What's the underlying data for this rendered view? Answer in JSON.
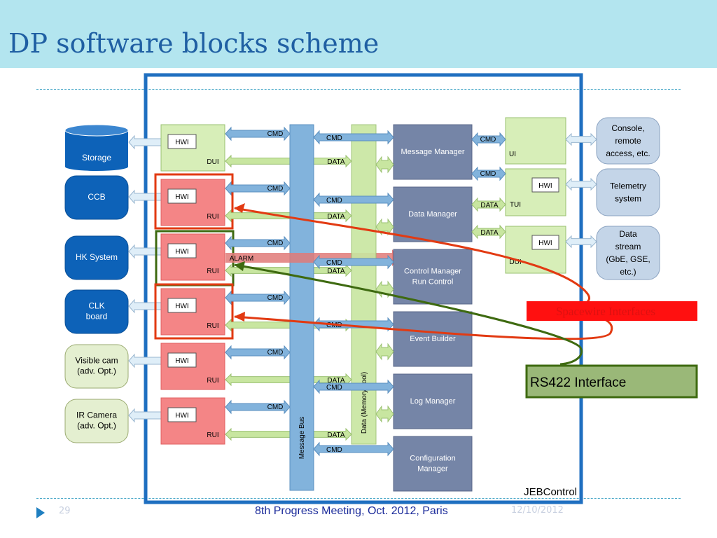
{
  "title": "DP software blocks scheme",
  "left_blocks": [
    {
      "label": "Storage"
    },
    {
      "label": "CCB"
    },
    {
      "label": "HK System"
    },
    {
      "label": "CLK\nboard"
    },
    {
      "label": "Visible cam\n(adv. Opt.)"
    },
    {
      "label": "IR Camera\n(adv. Opt.)"
    }
  ],
  "interface_units": [
    {
      "name": "DUI",
      "hwi": "HWI"
    },
    {
      "name": "RUI",
      "hwi": "HWI"
    },
    {
      "name": "RUI",
      "hwi": "HWI"
    },
    {
      "name": "RUI",
      "hwi": "HWI"
    },
    {
      "name": "RUI",
      "hwi": "HWI"
    },
    {
      "name": "RUI",
      "hwi": "HWI"
    }
  ],
  "bus_labels": {
    "cmd": "CMD",
    "data": "DATA",
    "alarm": "ALARM"
  },
  "message_bus": "Message Bus",
  "data_pool": "Data (Memory pool)",
  "managers": [
    {
      "label": "Message Manager"
    },
    {
      "label": "Data Manager"
    },
    {
      "label": "Control Manager\nRun Control"
    },
    {
      "label": "Event Builder"
    },
    {
      "label": "Log Manager"
    },
    {
      "label": "Configuration\nManager"
    }
  ],
  "right_units": [
    {
      "name": "UI",
      "hwi": ""
    },
    {
      "name": "TUI",
      "hwi": "HWI"
    },
    {
      "name": "DUI",
      "hwi": "HWI"
    }
  ],
  "external": [
    {
      "label": "Console,\nremote\naccess, etc."
    },
    {
      "label": "Telemetry\nsystem"
    },
    {
      "label": "Data\nstream\n(GbE, GSE,\netc.)"
    }
  ],
  "spacewire_label": "Spacewire Interfaces",
  "rs422_label": "RS422 Interface",
  "jeb_label": "JEBControl",
  "footer": {
    "page": "29",
    "meeting": "8th Progress Meeting, Oct. 2012, Paris",
    "date": "12/10/2012"
  },
  "colors": {
    "title_bg": "#b3e5ef",
    "title_text": "#1f5fa3",
    "frame": "#1f6fc0",
    "left_blue": "#0d62b8",
    "left_green": "#e4efd0",
    "dui_green": "#d7eeb8",
    "rui_red": "#f48586",
    "manager": "#7585a7",
    "bus_blue": "#82b3dc",
    "data_green": "#c8e6a0",
    "spacewire_red": "#e23a12",
    "rs422_green": "#3e6a10",
    "external": "#c4d5e8"
  }
}
